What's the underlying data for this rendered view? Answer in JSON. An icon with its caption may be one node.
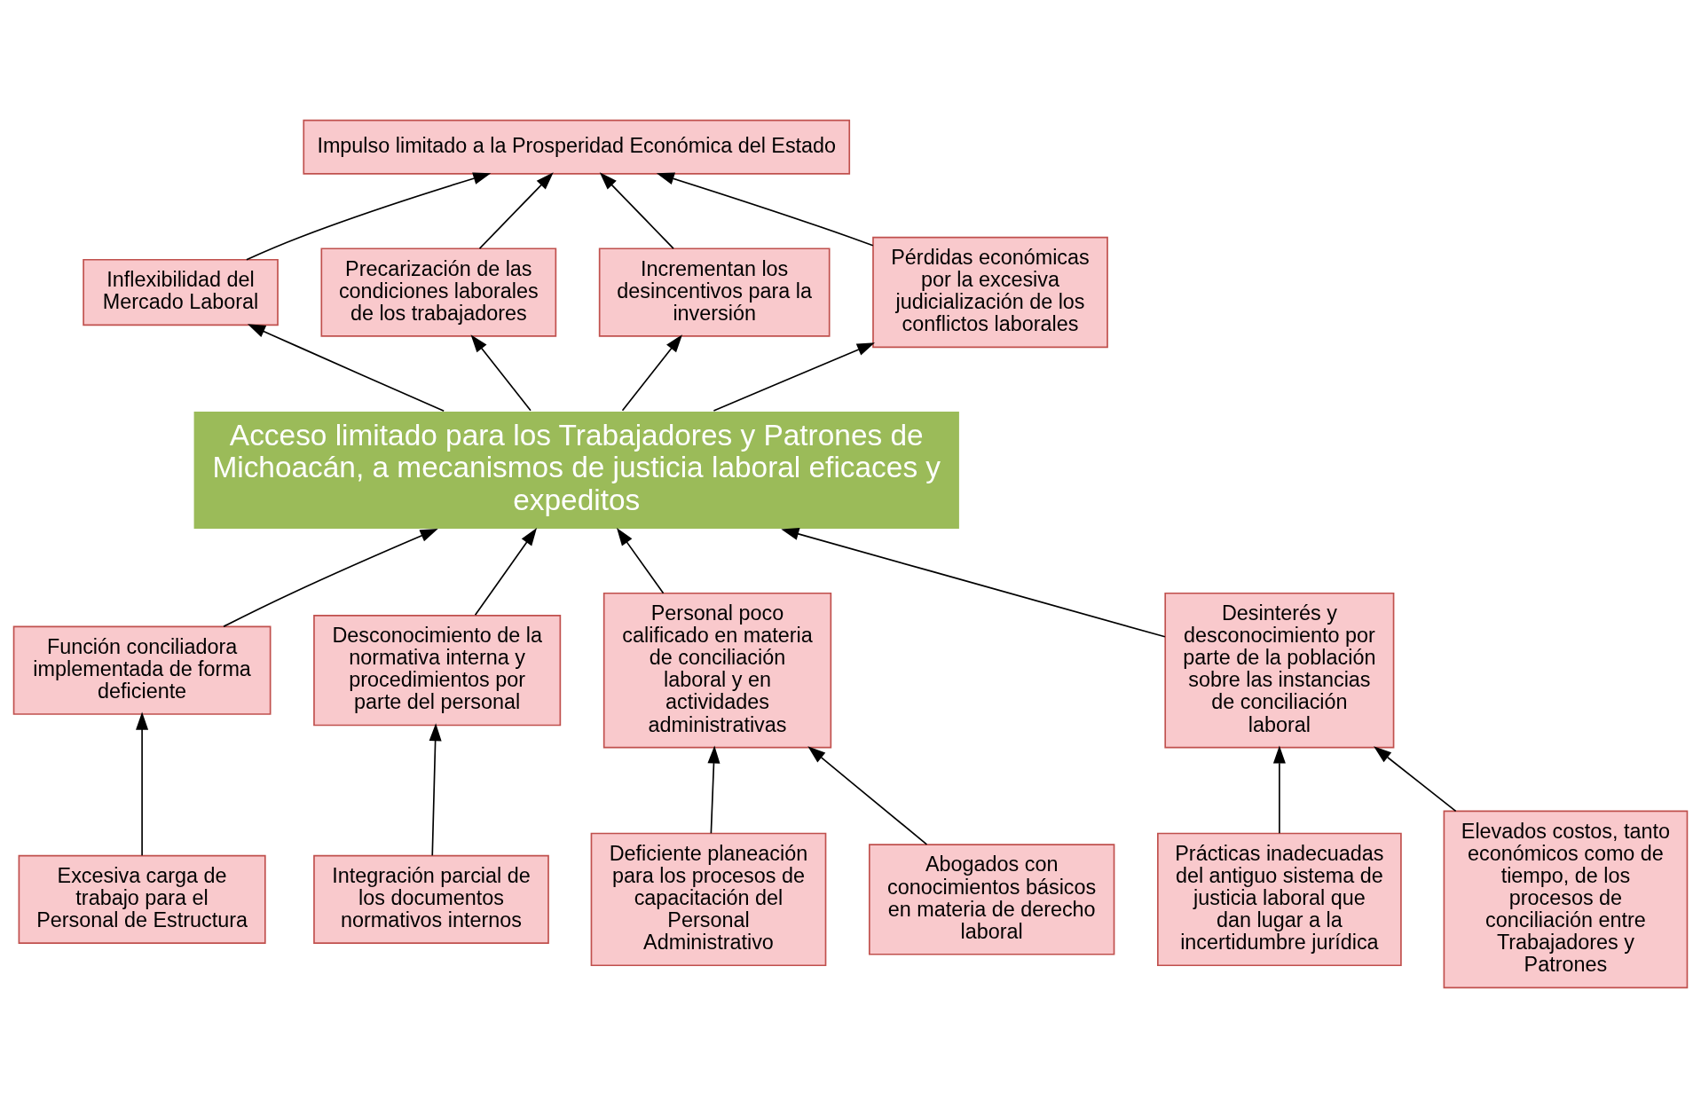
{
  "diagram": {
    "nodes": [
      {
        "text": [
          "Impulso limitado a la Prosperidad Económica del Estado"
        ]
      },
      {
        "text": [
          "Inflexibilidad del Mercado Laboral"
        ]
      },
      {
        "text": [
          "Precarización de las condiciones laborales de los trabajadores"
        ]
      },
      {
        "text": [
          "Incrementan los desincentivos para la inversión"
        ]
      },
      {
        "text": [
          "Pérdidas económicas por la excesiva judicialización de los conflictos laborales"
        ]
      },
      {
        "text": [
          "Acceso limitado para los Trabajadores y Patrones de Michoacán, a mecanismos de justicia laboral eficaces y expeditos"
        ]
      },
      {
        "text": [
          "Función conciliadora implementada de forma deficiente"
        ]
      },
      {
        "text": [
          "Desconocimiento de la normativa interna y procedimientos por parte del personal"
        ]
      },
      {
        "text": [
          "Personal poco calificado en materia de conciliación laboral y en actividades administrativas"
        ]
      },
      {
        "text": [
          "Desinterés y desconocimiento por parte de la población sobre las instancias de conciliación laboral"
        ]
      },
      {
        "text": [
          "Excesiva carga de trabajo para el Personal de Estructura"
        ]
      },
      {
        "text": [
          "Integración parcial de los documentos normativos internos"
        ]
      },
      {
        "text": [
          "Deficiente planeación para los procesos de capacitación del Personal Administrativo"
        ]
      },
      {
        "text": [
          "Abogados con conocimientos básicos en materia de derecho laboral"
        ]
      },
      {
        "text": [
          "Prácticas inadecuadas del antiguo sistema de justicia laboral que dan lugar a la incertidumbre jurídica"
        ]
      },
      {
        "text": [
          "Elevados costos, tanto económicos como de tiempo, de los procesos de conciliación entre Trabajadores y Patrones"
        ]
      }
    ],
    "edges": [
      {
        "from": 1,
        "to": 0,
        "arrow": "to"
      },
      {
        "from": 2,
        "to": 0,
        "arrow": "to"
      },
      {
        "from": 3,
        "to": 0,
        "arrow": "to"
      },
      {
        "from": 4,
        "to": 0,
        "arrow": "to"
      },
      {
        "from": 5,
        "to": 1,
        "arrow": "to"
      },
      {
        "from": 5,
        "to": 2,
        "arrow": "to"
      },
      {
        "from": 5,
        "to": 3,
        "arrow": "to"
      },
      {
        "from": 5,
        "to": 4,
        "arrow": "to"
      },
      {
        "from": 6,
        "to": 5,
        "arrow": "to"
      },
      {
        "from": 7,
        "to": 5,
        "arrow": "to"
      },
      {
        "from": 8,
        "to": 5,
        "arrow": "to"
      },
      {
        "from": 9,
        "to": 5,
        "arrow": "to"
      },
      {
        "from": 10,
        "to": 6,
        "arrow": "to"
      },
      {
        "from": 11,
        "to": 7,
        "arrow": "to"
      },
      {
        "from": 12,
        "to": 8,
        "arrow": "to"
      },
      {
        "from": 13,
        "to": 8,
        "arrow": "to"
      },
      {
        "from": 14,
        "to": 9,
        "arrow": "to"
      },
      {
        "from": 15,
        "to": 9,
        "arrow": "to"
      }
    ]
  }
}
